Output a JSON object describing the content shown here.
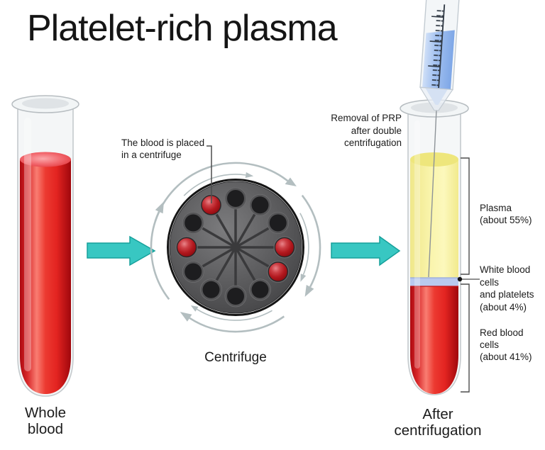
{
  "title": "Platelet-rich plasma",
  "labels": {
    "whole_blood": "Whole\nblood",
    "blood_placed": "The blood is placed\nin a centrifuge",
    "centrifuge": "Centrifuge",
    "removal": "Removal of PRP\nafter double\ncentrifugation",
    "plasma": "Plasma\n(about 55%)",
    "wbc": "White blood cells\nand platelets\n(about 4%)",
    "rbc": "Red blood cells\n(about 41%)",
    "after": "After\ncentrifugation"
  },
  "composition": {
    "plasma_pct": "about 55%",
    "wbc_platelets_pct": "about 4%",
    "rbc_pct": "about 41%"
  },
  "colors": {
    "arrow_teal": "#38c7c2",
    "arrow_teal_border": "#17a09b",
    "blood_red": "#e32421",
    "plasma_yellow": "#faf5ae",
    "prp_layer_blue": "#b9c9ee",
    "centrifuge_gray": "#5c5c5e",
    "rotation_arrow_gray": "#b3bec0",
    "syringe_liquid_blue": "#7ea7e7",
    "text": "#1b1b1b"
  }
}
